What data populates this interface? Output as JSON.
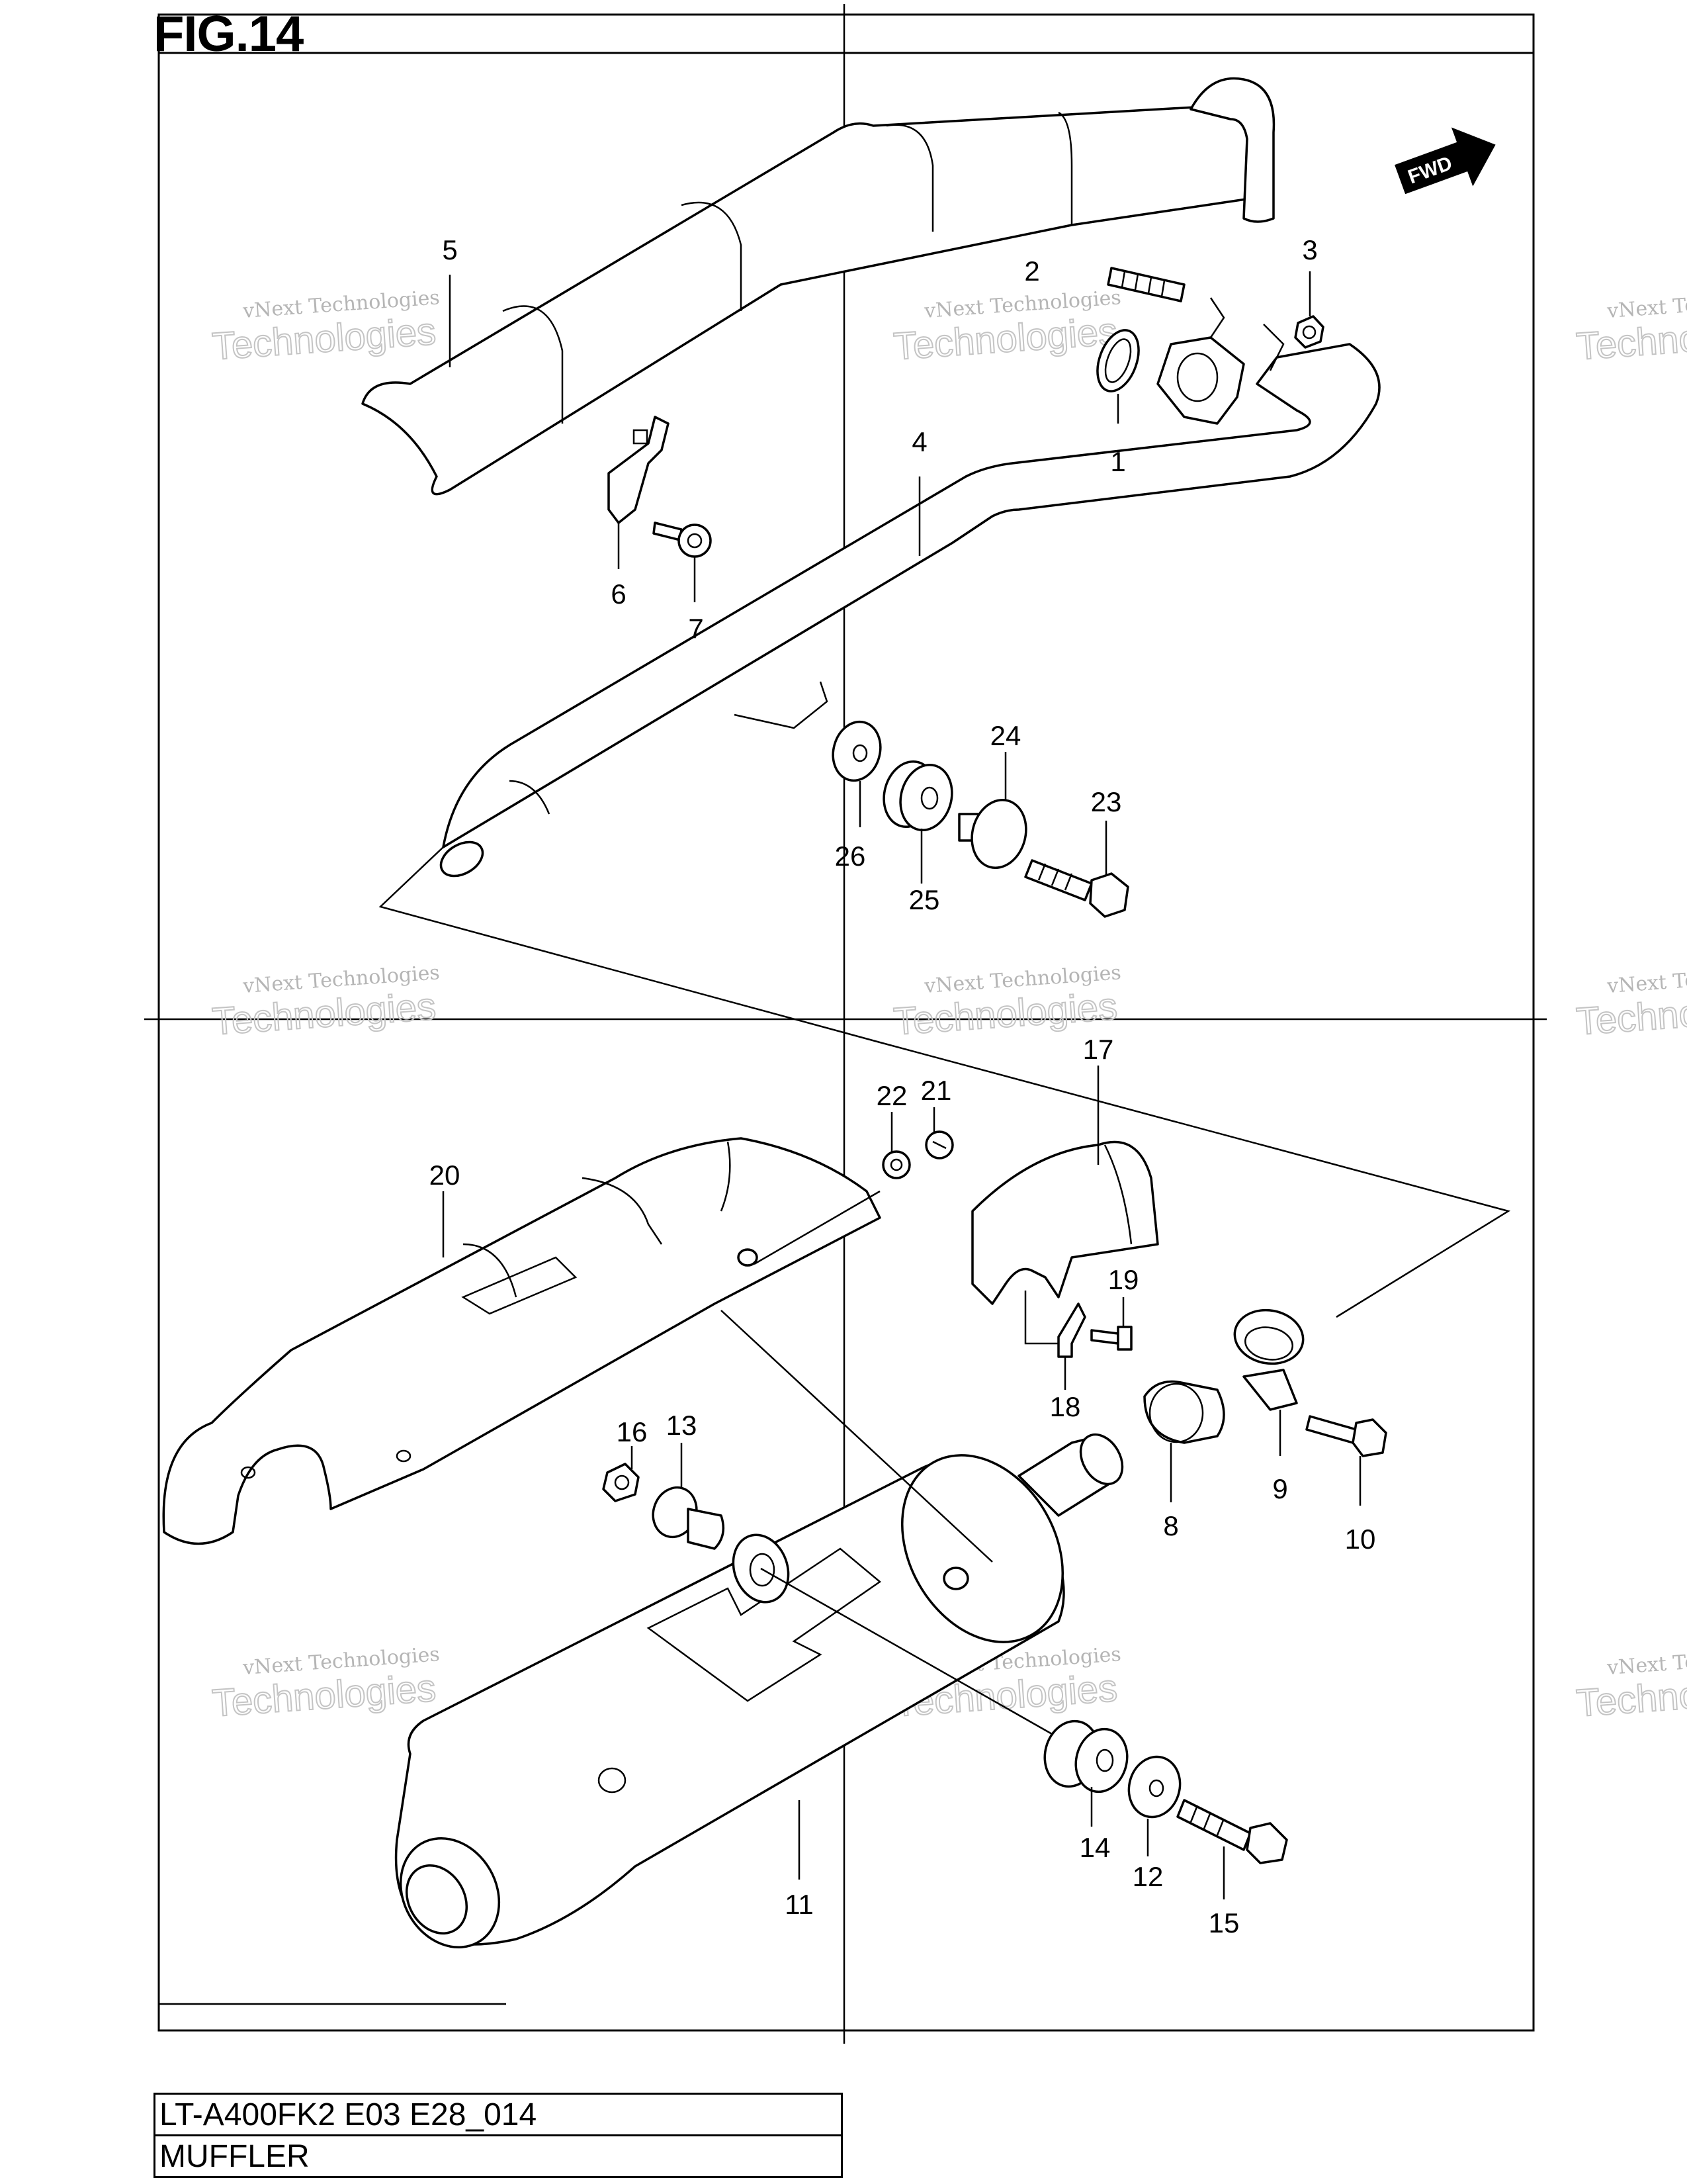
{
  "figure": {
    "title": "FIG.14"
  },
  "direction_marker": {
    "label": "FWD"
  },
  "watermark": {
    "line1": "vNext Technologies",
    "line2": "Technologies",
    "overlay": "vNext"
  },
  "callouts": [
    "1",
    "2",
    "3",
    "4",
    "5",
    "6",
    "7",
    "8",
    "9",
    "10",
    "11",
    "12",
    "13",
    "14",
    "15",
    "16",
    "17",
    "18",
    "19",
    "20",
    "21",
    "22",
    "23",
    "24",
    "25",
    "26"
  ],
  "title_block": {
    "model_line": "LT-A400FK2 E03 E28_014",
    "section_name": "MUFFLER"
  }
}
